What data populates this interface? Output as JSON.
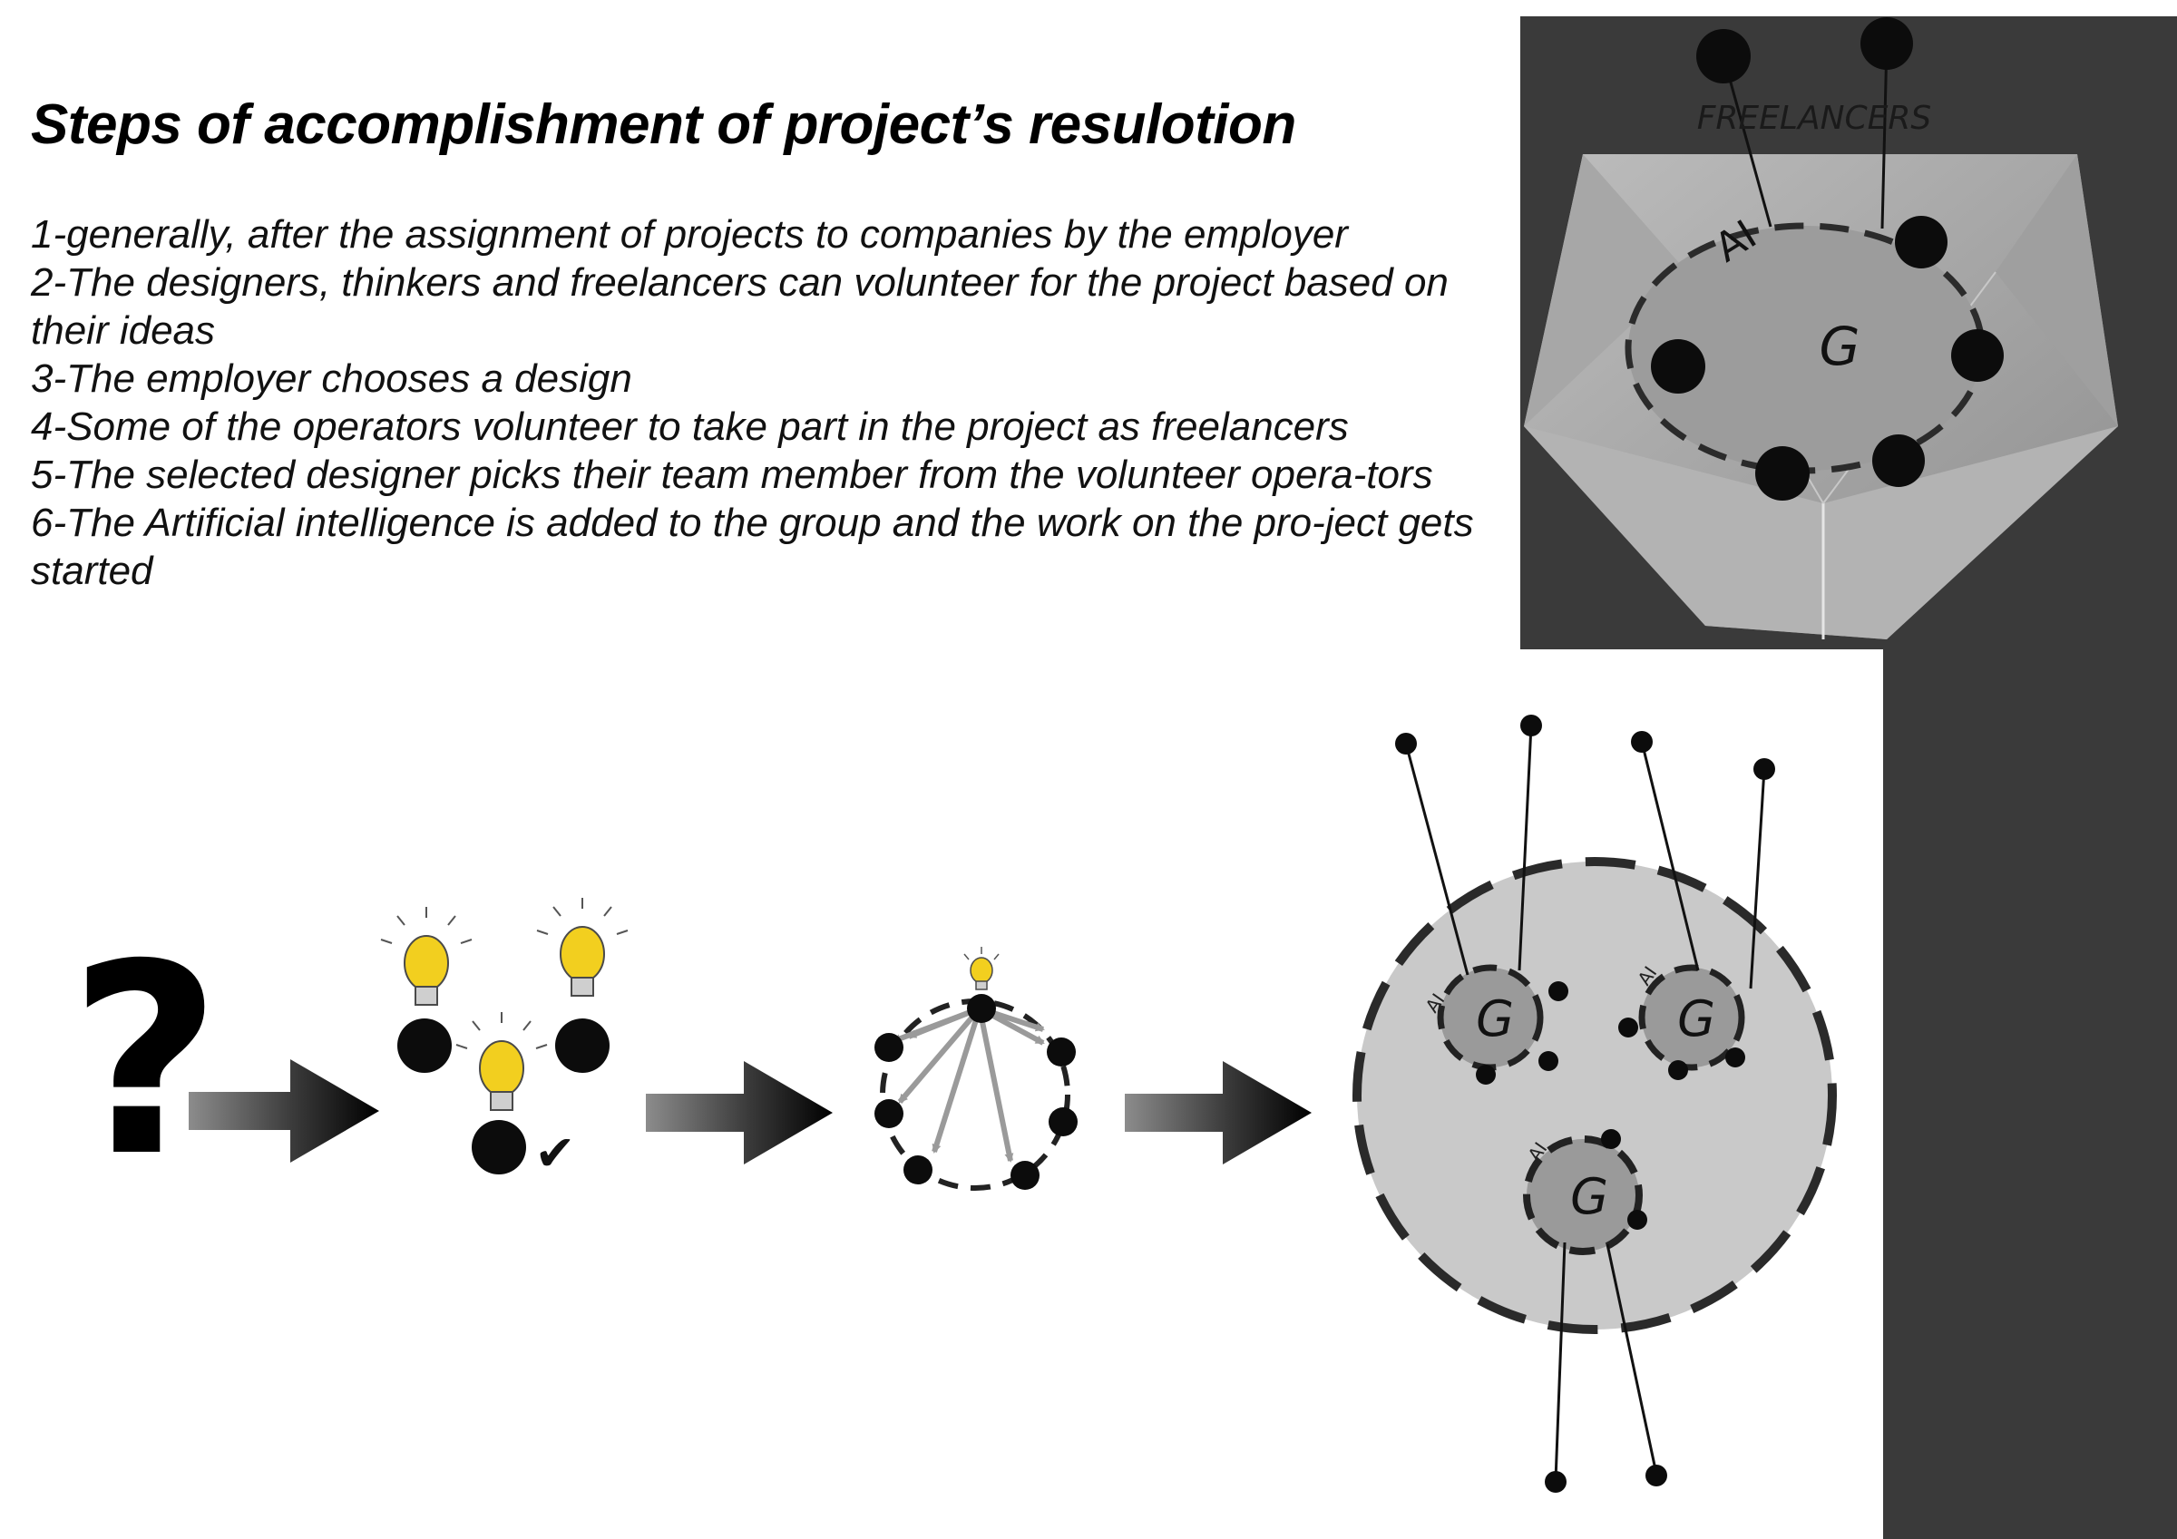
{
  "title": "Steps of accomplishment of project’s resulotion",
  "steps": [
    "1-generally, after the assignment of projects to companies by the employer",
    "2-The designers, thinkers and freelancers can volunteer for the project based on their ideas",
    "3-The employer chooses a design",
    "4-Some of the operators volunteer to take part in the project as freelancers",
    "5-The selected designer picks their team member from the volunteer opera-tors",
    "6-The Artificial intelligence is added to the group and the work on the pro-ject gets started"
  ],
  "model": {
    "freelancers_label": "FREELANCERS",
    "ai_label": "AI",
    "group_label": "G"
  },
  "flow": {
    "question_mark": "?",
    "check_mark": "✔",
    "ai_label": "AI",
    "group_label": "G"
  },
  "colors": {
    "dark_background": "#3a3a3a",
    "bulb": "#f2cf1f",
    "group_fill": "#c9c9c9",
    "subgroup_fill": "#9a9a9a"
  }
}
